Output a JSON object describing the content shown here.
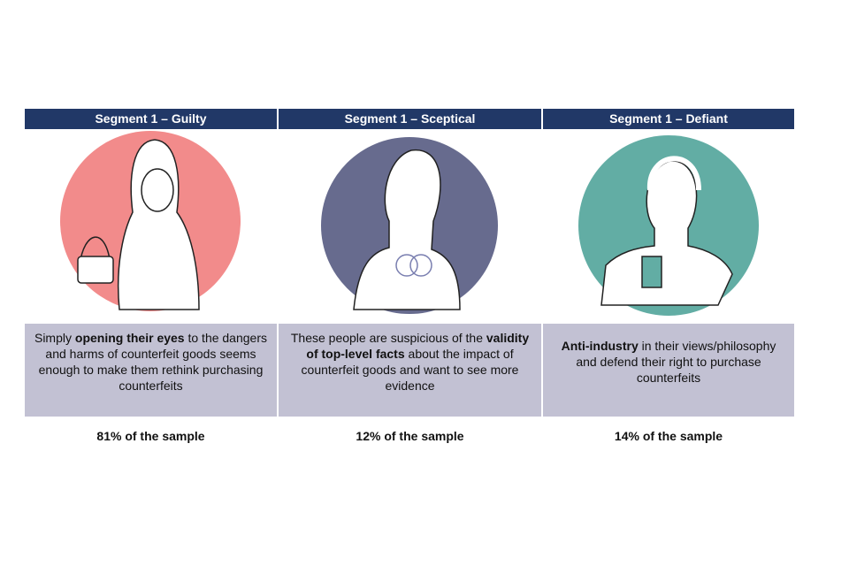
{
  "segments": [
    {
      "title": "Segment 1 – Guilty",
      "color": "#f28b8b",
      "desc_before": "Simply ",
      "desc_bold": "opening their eyes",
      "desc_after": " to the dangers and harms of counterfeit goods seems enough to make them rethink purchasing counterfeits",
      "share": "81% of the sample",
      "icon": "person-with-handbag-illustration"
    },
    {
      "title": "Segment 1 – Sceptical",
      "color": "#676b8e",
      "desc_before": "These people are suspicious of the ",
      "desc_bold": "validity of top-level facts",
      "desc_after": " about the impact of counterfeit goods and want to see more evidence",
      "share": "12% of the sample",
      "icon": "person-thinking-illustration"
    },
    {
      "title": "Segment 1 – Defiant",
      "color": "#62ada4",
      "desc_before": "",
      "desc_bold": "Anti-industry",
      "desc_after": " in their views/philosophy and defend their right to purchase counterfeits",
      "share": "14% of the sample",
      "icon": "person-with-headphones-illustration"
    }
  ]
}
